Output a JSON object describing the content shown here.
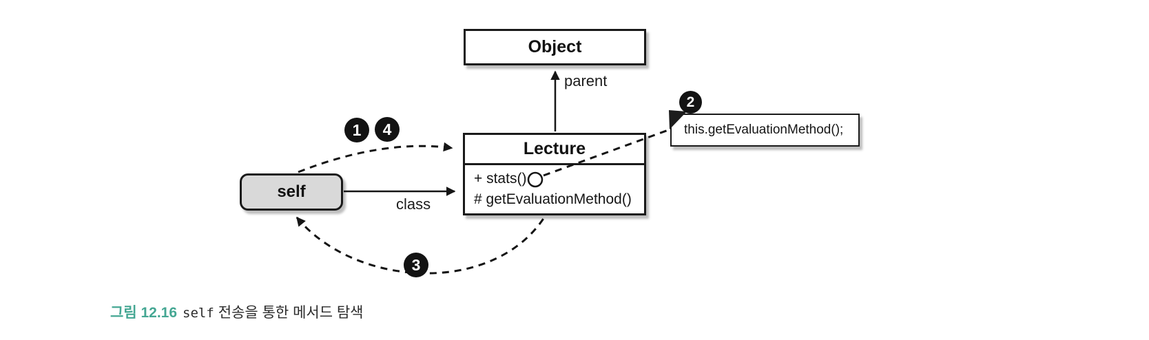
{
  "diagram": {
    "object_class": {
      "name": "Object"
    },
    "lecture_class": {
      "name": "Lecture",
      "method_1": "+ stats()",
      "method_2": "# getEvaluationMethod()"
    },
    "self_ref": {
      "label": "self"
    },
    "note": {
      "code": "this.getEvaluationMethod();"
    },
    "edge_labels": {
      "parent": "parent",
      "class": "class"
    },
    "step_badges": {
      "step1": "1",
      "step2": "2",
      "step3": "3",
      "step4": "4"
    }
  },
  "caption": {
    "figure_label": "그림 12.16",
    "code_term": "self",
    "description": "전송을 통한 메서드 탐색"
  },
  "colors": {
    "caption_accent": "#45a793",
    "box_border": "#1a1a1a",
    "self_fill": "#d9d9d9",
    "badge_bg": "#131313"
  }
}
